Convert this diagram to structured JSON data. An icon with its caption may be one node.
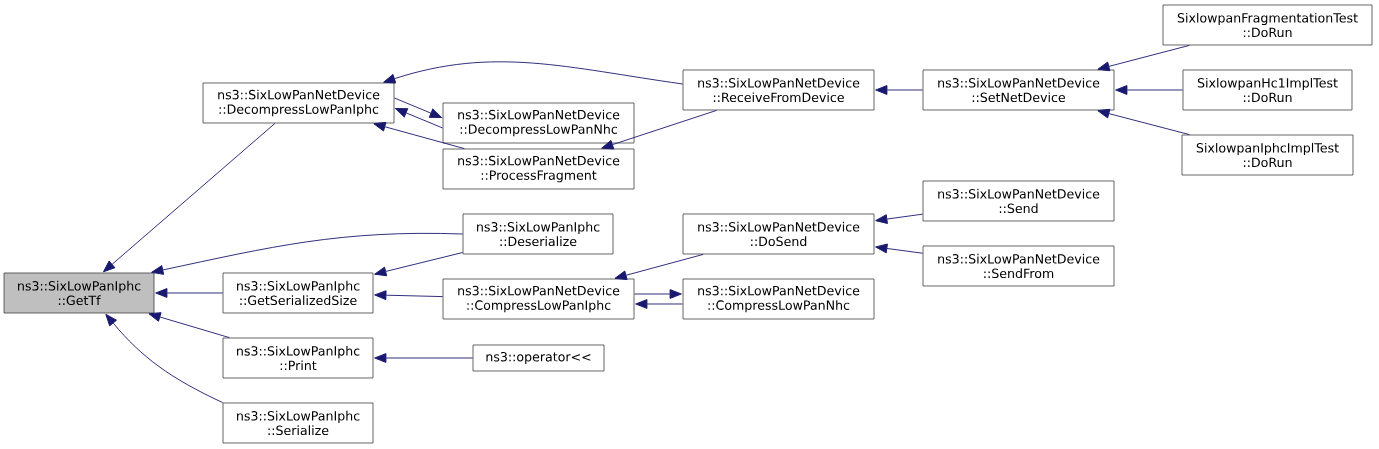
{
  "diagram": {
    "nodes": [
      {
        "text": [
          "ns3::SixLowPanIphc ::GetTf"
        ]
      },
      {
        "text": [
          "ns3::SixLowPanNetDevice ::DecompressLowPanIphc"
        ]
      },
      {
        "text": [
          "ns3::SixLowPanNetDevice ::DecompressLowPanNhc"
        ]
      },
      {
        "text": [
          "ns3::SixLowPanNetDevice ::ProcessFragment"
        ]
      },
      {
        "text": [
          "ns3::SixLowPanNetDevice ::ReceiveFromDevice"
        ]
      },
      {
        "text": [
          "ns3::SixLowPanNetDevice ::SetNetDevice"
        ]
      },
      {
        "text": [
          "SixlowpanFragmentationTest ::DoRun"
        ]
      },
      {
        "text": [
          "SixlowpanHc1ImplTest ::DoRun"
        ]
      },
      {
        "text": [
          "SixlowpanIphcImplTest ::DoRun"
        ]
      },
      {
        "text": [
          "ns3::SixLowPanIphc ::Deserialize"
        ]
      },
      {
        "text": [
          "ns3::SixLowPanIphc ::GetSerializedSize"
        ]
      },
      {
        "text": [
          "ns3::SixLowPanNetDevice ::CompressLowPanIphc"
        ]
      },
      {
        "text": [
          "ns3::SixLowPanNetDevice ::DoSend"
        ]
      },
      {
        "text": [
          "ns3::SixLowPanNetDevice ::CompressLowPanNhc"
        ]
      },
      {
        "text": [
          "ns3::SixLowPanNetDevice ::Send"
        ]
      },
      {
        "text": [
          "ns3::SixLowPanNetDevice ::SendFrom"
        ]
      },
      {
        "text": [
          "ns3::SixLowPanIphc ::Print"
        ]
      },
      {
        "text": [
          "ns3::operator<<"
        ]
      },
      {
        "text": [
          "ns3::SixLowPanIphc ::Serialize"
        ]
      }
    ],
    "edges": [
      {
        "from": 1,
        "to": 0,
        "arrow": "to"
      },
      {
        "from": 9,
        "to": 0,
        "arrow": "to"
      },
      {
        "from": 10,
        "to": 0,
        "arrow": "to"
      },
      {
        "from": 16,
        "to": 0,
        "arrow": "to"
      },
      {
        "from": 18,
        "to": 0,
        "arrow": "to"
      },
      {
        "from": 1,
        "to": 2,
        "arrow": "to"
      },
      {
        "from": 2,
        "to": 1,
        "arrow": "to"
      },
      {
        "from": 3,
        "to": 1,
        "arrow": "to"
      },
      {
        "from": 4,
        "to": 1,
        "arrow": "to"
      },
      {
        "from": 4,
        "to": 3,
        "arrow": "to"
      },
      {
        "from": 5,
        "to": 4,
        "arrow": "to"
      },
      {
        "from": 6,
        "to": 5,
        "arrow": "to"
      },
      {
        "from": 7,
        "to": 5,
        "arrow": "to"
      },
      {
        "from": 8,
        "to": 5,
        "arrow": "to"
      },
      {
        "from": 9,
        "to": 10,
        "arrow": "to"
      },
      {
        "from": 11,
        "to": 10,
        "arrow": "to"
      },
      {
        "from": 12,
        "to": 11,
        "arrow": "to"
      },
      {
        "from": 11,
        "to": 13,
        "arrow": "to"
      },
      {
        "from": 13,
        "to": 11,
        "arrow": "to"
      },
      {
        "from": 14,
        "to": 12,
        "arrow": "to"
      },
      {
        "from": 15,
        "to": 12,
        "arrow": "to"
      },
      {
        "from": 17,
        "to": 16,
        "arrow": "to"
      }
    ]
  }
}
